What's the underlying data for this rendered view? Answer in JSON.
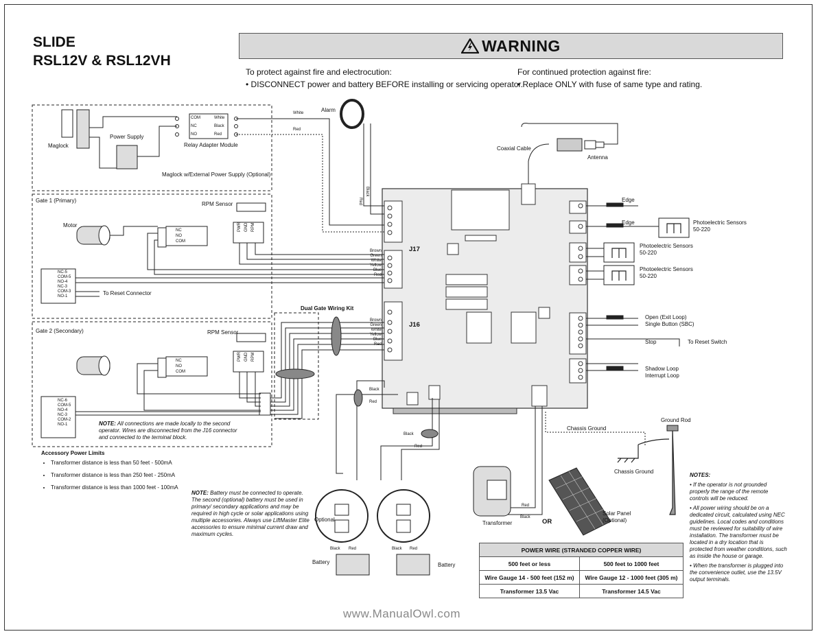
{
  "title": {
    "line1": "SLIDE",
    "line2": "RSL12V & RSL12VH"
  },
  "warning": {
    "heading": "WARNING",
    "left_intro": "To protect against fire and electrocution:",
    "left_item": "• DISCONNECT power and battery BEFORE installing or servicing operator.",
    "right_intro": "For continued protection against fire:",
    "right_item": "• Replace ONLY with fuse of same type and rating."
  },
  "maglock_box": {
    "maglock": "Maglock",
    "power_supply": "Power Supply",
    "relay": "Relay Adapter Module",
    "caption": "Maglock w/External Power Supply (Optional)",
    "com": "COM",
    "nc": "NC",
    "no": "NO",
    "white": "White",
    "black": "Black",
    "red": "Red"
  },
  "wires_top": {
    "white": "White",
    "red": "Red",
    "black": "Black",
    "red2": "Red"
  },
  "alarm": "Alarm",
  "coax": "Coaxial Cable",
  "antenna": "Antenna",
  "gate1": {
    "title": "Gate 1 (Primary)",
    "rpm": "RPM Sensor",
    "motor": "Motor",
    "nc": "NC",
    "no": "NO",
    "com": "COM",
    "pwr": "PWR",
    "gnd": "GND",
    "rpm_pin": "RPM",
    "terminals": [
      "NC-5",
      "COM-5",
      "NO-4",
      "NC-3",
      "COM-3",
      "NO-1"
    ],
    "reset": "To Reset Connector"
  },
  "gate2": {
    "title": "Gate 2 (Secondary)",
    "rpm": "RPM Sensor",
    "nc": "NC",
    "no": "NO",
    "com": "COM",
    "pwr": "PWR",
    "gnd": "GND",
    "rpm_pin": "RPM",
    "terminals": [
      "NC-6",
      "COM-5",
      "NO-4",
      "NC-3",
      "COM-2",
      "NO-1"
    ],
    "note_bold": "NOTE:",
    "note": "All connections are made locally to the second operator. Wires are disconnected from the J16 connector and connected to the terminal block."
  },
  "dual_gate_kit": "Dual Gate Wiring Kit",
  "wire_colors": [
    "Brown",
    "Green",
    "White",
    "Yellow",
    "Blue",
    "Red"
  ],
  "board": {
    "j17": "J17",
    "j16": "J16"
  },
  "right_side": {
    "edge1": "Edge",
    "edge2": "Edge",
    "photo_top": "Photoelectric Sensors",
    "photo_top_model": "50-220",
    "photo_mid": "Photoelectric Sensors",
    "photo_mid_model": "50-220",
    "photo_bot": "Photoelectric Sensors",
    "photo_bot_model": "50-220",
    "open": "Open (Exit Loop)",
    "sbc": "Single Button (SBC)",
    "stop": "Stop",
    "reset_switch": "To Reset Switch",
    "shadow": "Shadow Loop",
    "interrupt": "Interrupt Loop"
  },
  "power": {
    "black": "Black",
    "red": "Red",
    "black2": "Black",
    "red2": "Red",
    "chassis_ground": "Chassis Ground",
    "chassis_ground2": "Chassis Ground",
    "ground_rod": "Ground Rod",
    "transformer": "Transformer",
    "or": "OR",
    "solar": "Solar Panel",
    "solar_opt": "(Optional)",
    "optional": "Optional",
    "battery1": "Battery",
    "battery2": "Battery",
    "bat_black": "Black",
    "bat_red": "Red",
    "bat_black2": "Black",
    "bat_red2": "Red",
    "tr_red": "Red",
    "tr_black": "Black"
  },
  "limits": {
    "title": "Accessory Power Limits",
    "items": [
      "Transformer distance is less than 50 feet - 500mA",
      "Transformer distance is less than 250 feet - 250mA",
      "Transformer distance is less than 1000 feet - 100mA"
    ]
  },
  "battery_note": {
    "bold": "NOTE:",
    "text": "Battery must be connected to operate. The second (optional) battery must be used in primary/ secondary applications and may be required in high cycle or solar applications using multiple accessories. Always use LiftMaster Elite accessories to ensure minimal current draw and maximum cycles."
  },
  "power_table": {
    "header": "POWER WIRE (STRANDED COPPER WIRE)",
    "rows": [
      [
        "500 feet or less",
        "500 feet to 1000 feet"
      ],
      [
        "Wire Gauge 14 - 500 feet (152 m)",
        "Wire Gauge 12 - 1000 feet (305 m)"
      ],
      [
        "Transformer 13.5 Vac",
        "Transformer 14.5 Vac"
      ]
    ]
  },
  "notes": {
    "title": "NOTES:",
    "items": [
      "• If the operator is not grounded properly the range of the remote controls will be reduced.",
      "• All power wiring should be on a dedicated circuit, calculated using NEC guidelines. Local codes and conditions must be reviewed for suitability of wire installation. The transformer must be located in a dry location that is protected from weather conditions, such as inside the house or garage.",
      "• When the transformer is plugged into the convenience outlet, use the 13.5V output terminals."
    ]
  },
  "watermark": "www.ManualOwl.com"
}
